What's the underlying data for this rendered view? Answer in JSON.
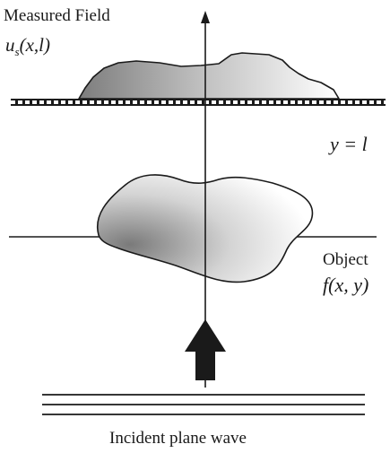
{
  "labels": {
    "measured_field": "Measured Field",
    "measured_field_symbol": "u_s(x,l)",
    "measurement_line": "y = l",
    "object": "Object",
    "object_symbol": "f(x, y)",
    "incident_wave": "Incident plane wave"
  },
  "colors": {
    "ink": "#1a1a1a",
    "shading_dark": "#8a8a8a",
    "shading_light": "#ffffff"
  }
}
